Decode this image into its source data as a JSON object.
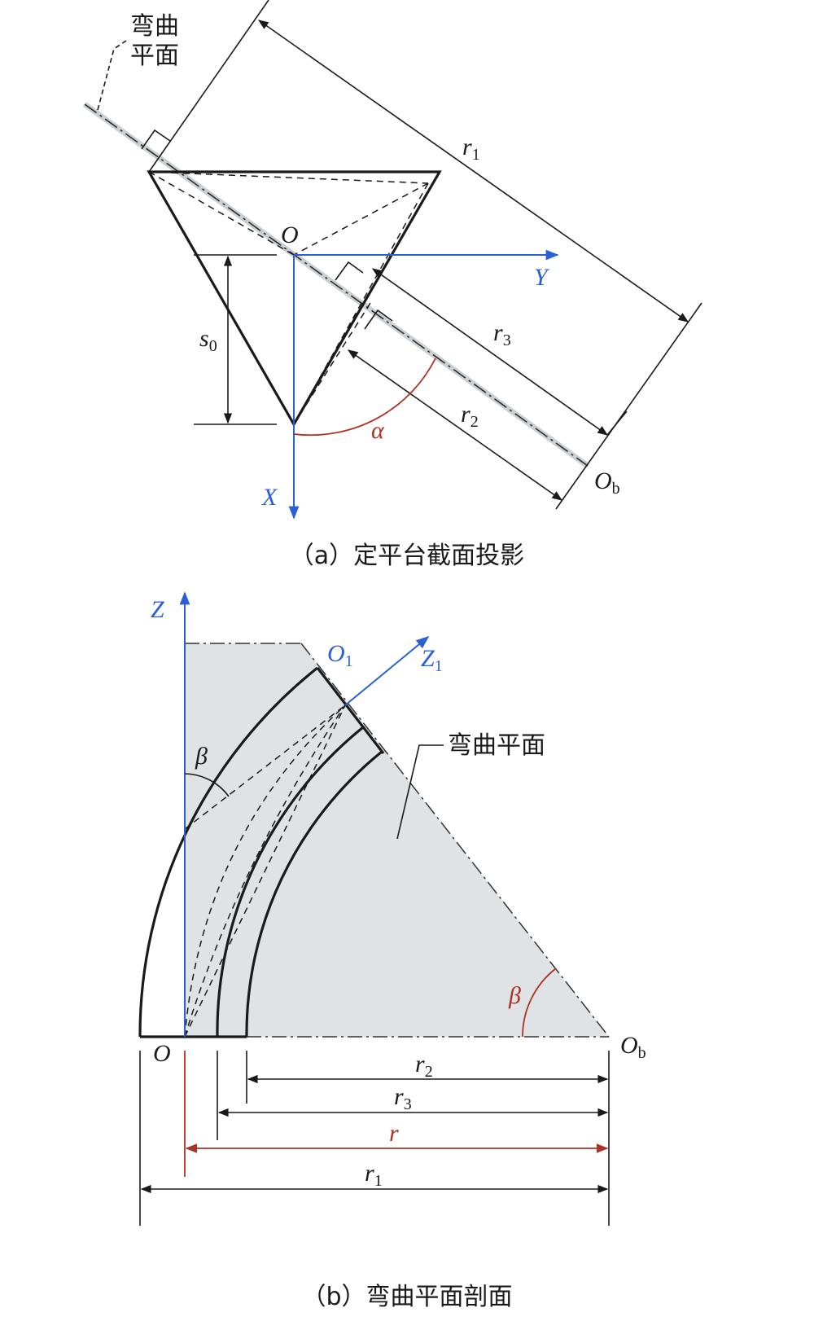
{
  "figure_a": {
    "caption": "（a）定平台截面投影",
    "bend_plane_label_line1": "弯曲",
    "bend_plane_label_line2": "平面",
    "origin": "O",
    "axis_y": "Y",
    "axis_x": "X",
    "s0": "s",
    "s0_sub": "0",
    "r1": "r",
    "r1_sub": "1",
    "r2": "r",
    "r2_sub": "2",
    "r3": "r",
    "r3_sub": "3",
    "alpha": "α",
    "ob": "O",
    "ob_sub": "b"
  },
  "figure_b": {
    "caption": "（b）弯曲平面剖面",
    "bend_plane_label": "弯曲平面",
    "axis_z": "Z",
    "o1": "O",
    "o1_sub": "1",
    "z1": "Z",
    "z1_sub": "1",
    "beta_top": "β",
    "beta_right": "β",
    "origin": "O",
    "ob": "O",
    "ob_sub": "b",
    "r2": "r",
    "r2_sub": "2",
    "r3": "r",
    "r3_sub": "3",
    "r": "r",
    "r1": "r",
    "r1_sub": "1"
  },
  "colors": {
    "axis": "#2a5fd6",
    "accent_red": "#b03024",
    "plane_fill": "#dfe3e5"
  }
}
